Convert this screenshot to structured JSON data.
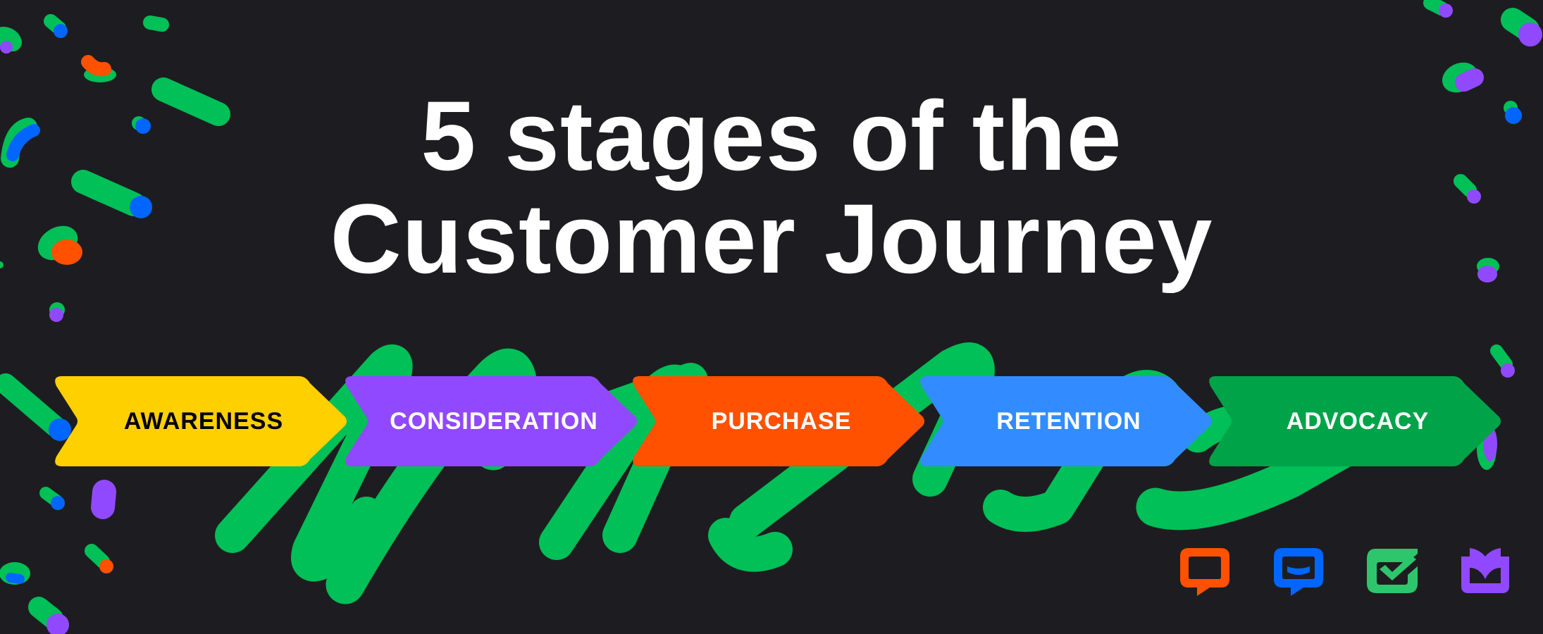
{
  "title": {
    "line1": "5 stages of the",
    "line2": "Customer Journey"
  },
  "stages": [
    {
      "label": "AWARENESS",
      "color": "#ffd000",
      "text_color": "#000000"
    },
    {
      "label": "CONSIDERATION",
      "color": "#9149ff",
      "text_color": "#ffffff"
    },
    {
      "label": "PURCHASE",
      "color": "#ff5100",
      "text_color": "#ffffff"
    },
    {
      "label": "RETENTION",
      "color": "#328cff",
      "text_color": "#ffffff"
    },
    {
      "label": "ADVOCACY",
      "color": "#00a348",
      "text_color": "#ffffff"
    }
  ],
  "brand_icons": [
    {
      "name": "livechat-icon",
      "color": "#ff5100"
    },
    {
      "name": "chatbot-icon",
      "color": "#0066ff"
    },
    {
      "name": "helpdesk-icon",
      "color": "#2ec66d"
    },
    {
      "name": "knowledgebase-icon",
      "color": "#9149ff"
    }
  ],
  "colors": {
    "background": "#1d1d21",
    "scribble_green": "#00c057",
    "confetti_blue": "#0066ff",
    "confetti_purple": "#9149ff",
    "confetti_orange": "#ff5100"
  }
}
